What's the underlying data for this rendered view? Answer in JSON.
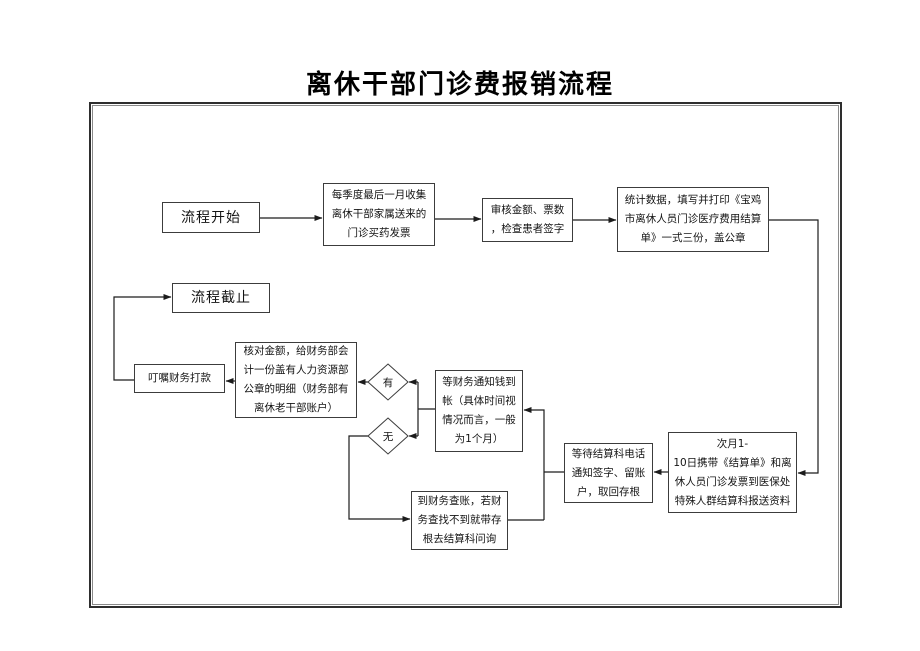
{
  "title": "离休干部门诊费报销流程",
  "flowchart": {
    "nodes": {
      "start": {
        "label": "流程开始"
      },
      "collect": {
        "text": "每季度最后一月收集\n离休干部家属送来的\n门诊买药发票"
      },
      "review": {
        "text": "审核金额、票数\n，检查患者签字"
      },
      "stats": {
        "text": "统计数据，填写并打印《宝鸡\n市离休人员门诊医疗费用结算\n单》一式三份，盖公章"
      },
      "submit": {
        "text": "次月1-\n10日携带《结算单》和离\n休人员门诊发票到医保处\n特殊人群结算科报送资料"
      },
      "wait_call": {
        "text": "等待结算科电话\n通知签字、留账\n户，取回存根"
      },
      "wait_money": {
        "text": "等财务通知钱到\n帐（具体时间视\n情况而言，一般\n为1个月）"
      },
      "decision_has": {
        "label": "有"
      },
      "decision_none": {
        "label": "无"
      },
      "check_accounts": {
        "text": "到财务查账，若财\n务查找不到就带存\n根去结算科问询"
      },
      "verify": {
        "text": "核对金额，给财务部会\n计一份盖有人力资源部\n公章的明细（财务部有\n离休老干部账户）"
      },
      "remind": {
        "label": "叮嘱财务打款"
      },
      "end": {
        "label": "流程截止"
      }
    },
    "colors": {
      "ink": "#111111",
      "line": "#1c1c1c",
      "box_border": "#3c3c3c",
      "frame_outer": "#2e2e2e",
      "frame_inner": "#8a8a8a",
      "background": "#ffffff"
    }
  }
}
